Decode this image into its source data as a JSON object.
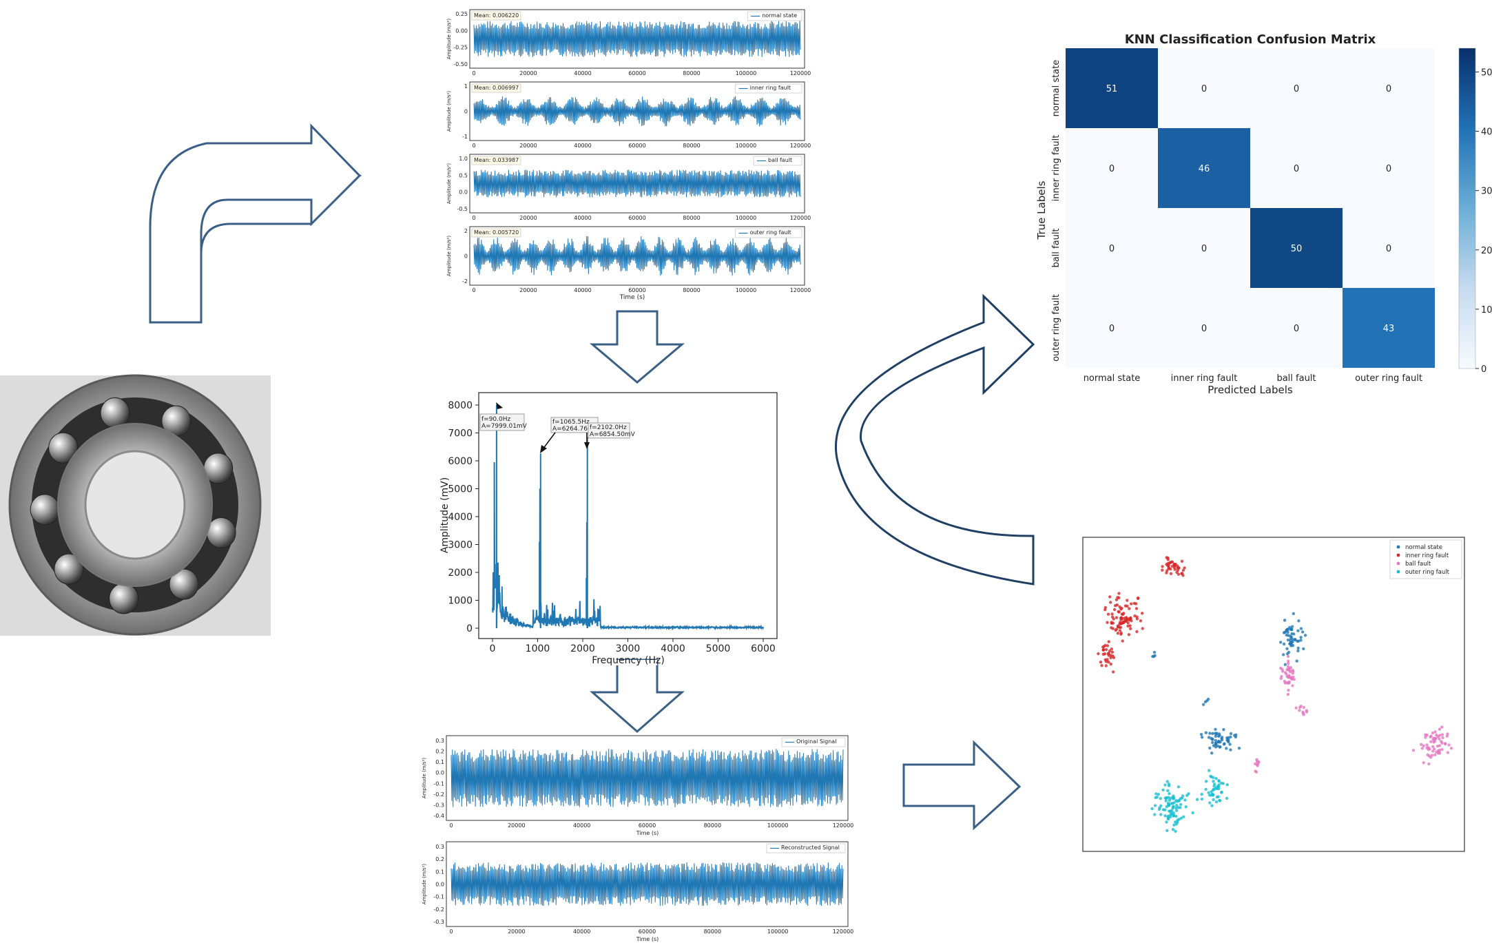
{
  "colors": {
    "signal": "#1f77b4",
    "arrow_stroke": "#3a5f86",
    "arrow_dark": "#1f3f64",
    "cm_high": "#08306b",
    "cm_low": "#f7fbff",
    "normal": "#1f77b4",
    "inner": "#d62728",
    "ball": "#e377c2",
    "outer": "#17becf"
  },
  "raw_signals": {
    "y_label": "Amplitude (m/s²)",
    "x_label": "Time (s)",
    "x_ticks": [
      "0",
      "20000",
      "40000",
      "60000",
      "80000",
      "100000",
      "120000"
    ],
    "panels": [
      {
        "mean": "Mean: 0.006220",
        "legend": "normal state",
        "y_ticks": [
          "0.25",
          "0.00",
          "-0.25",
          "-0.50"
        ]
      },
      {
        "mean": "Mean: 0.006997",
        "legend": "inner ring fault",
        "y_ticks": [
          "1",
          "0",
          "-1"
        ]
      },
      {
        "mean": "Mean: 0.033987",
        "legend": "ball fault",
        "y_ticks": [
          "1.0",
          "0.5",
          "0.0",
          "-0.5"
        ]
      },
      {
        "mean": "Mean: 0.005720",
        "legend": "outer ring fault",
        "y_ticks": [
          "2",
          "0",
          "-2"
        ]
      }
    ]
  },
  "spectrum": {
    "y_label": "Amplitude (mV)",
    "x_label": "Frequency (Hz)",
    "y_ticks": [
      "8000",
      "7000",
      "6000",
      "5000",
      "4000",
      "3000",
      "2000",
      "1000",
      "0"
    ],
    "x_ticks": [
      "0",
      "1000",
      "2000",
      "3000",
      "4000",
      "5000",
      "6000"
    ],
    "ann1_f": "f=90.0Hz",
    "ann1_a": "A=7999.01mV",
    "ann2_f": "f=1065.5Hz",
    "ann2_a": "A=6264.76mV",
    "ann3_f": "f=2102.0Hz",
    "ann3_a": "A=6854.50mV"
  },
  "reconstruction": {
    "y_label": "Amplitude (m/s²)",
    "x_label": "Time (s)",
    "x_ticks": [
      "0",
      "20000",
      "40000",
      "60000",
      "80000",
      "100000",
      "120000"
    ],
    "panels": [
      {
        "legend": "Original Signal",
        "y_ticks": [
          "0.3",
          "0.2",
          "0.1",
          "0.0",
          "-0.1",
          "-0.2",
          "-0.3",
          "-0.4"
        ]
      },
      {
        "legend": "Reconstructed Signal",
        "y_ticks": [
          "0.3",
          "0.2",
          "0.1",
          "0.0",
          "-0.1",
          "-0.2",
          "-0.3"
        ]
      }
    ]
  },
  "confusion_matrix": {
    "title": "KNN Classification Confusion Matrix",
    "x_label": "Predicted Labels",
    "y_label": "True Labels",
    "labels": [
      "normal state",
      "inner ring fault",
      "ball fault",
      "outer ring fault"
    ],
    "colorbar_ticks": [
      "50",
      "40",
      "30",
      "20",
      "10",
      "0"
    ]
  },
  "scatter_legend": [
    "normal state",
    "inner ring fault",
    "ball fault",
    "outer ring fault"
  ],
  "chart_data": [
    {
      "type": "heatmap",
      "title": "KNN Classification Confusion Matrix",
      "xlabel": "Predicted Labels",
      "ylabel": "True Labels",
      "x_categories": [
        "normal state",
        "inner ring fault",
        "ball fault",
        "outer ring fault"
      ],
      "y_categories": [
        "normal state",
        "inner ring fault",
        "ball fault",
        "outer ring fault"
      ],
      "values": [
        [
          51,
          0,
          0,
          0
        ],
        [
          0,
          46,
          0,
          0
        ],
        [
          0,
          0,
          50,
          0
        ],
        [
          0,
          0,
          0,
          43
        ]
      ],
      "colorbar_range": [
        0,
        54
      ]
    },
    {
      "type": "line",
      "xlabel": "Frequency (Hz)",
      "ylabel": "Amplitude (mV)",
      "xlim": [
        0,
        6000
      ],
      "ylim": [
        0,
        8000
      ],
      "peaks": [
        {
          "x": 90.0,
          "y": 7999.01
        },
        {
          "x": 1065.5,
          "y": 6264.76
        },
        {
          "x": 2102.0,
          "y": 6854.5
        }
      ]
    },
    {
      "type": "scatter",
      "series": [
        {
          "name": "normal state"
        },
        {
          "name": "inner ring fault"
        },
        {
          "name": "ball fault"
        },
        {
          "name": "outer ring fault"
        }
      ]
    }
  ]
}
